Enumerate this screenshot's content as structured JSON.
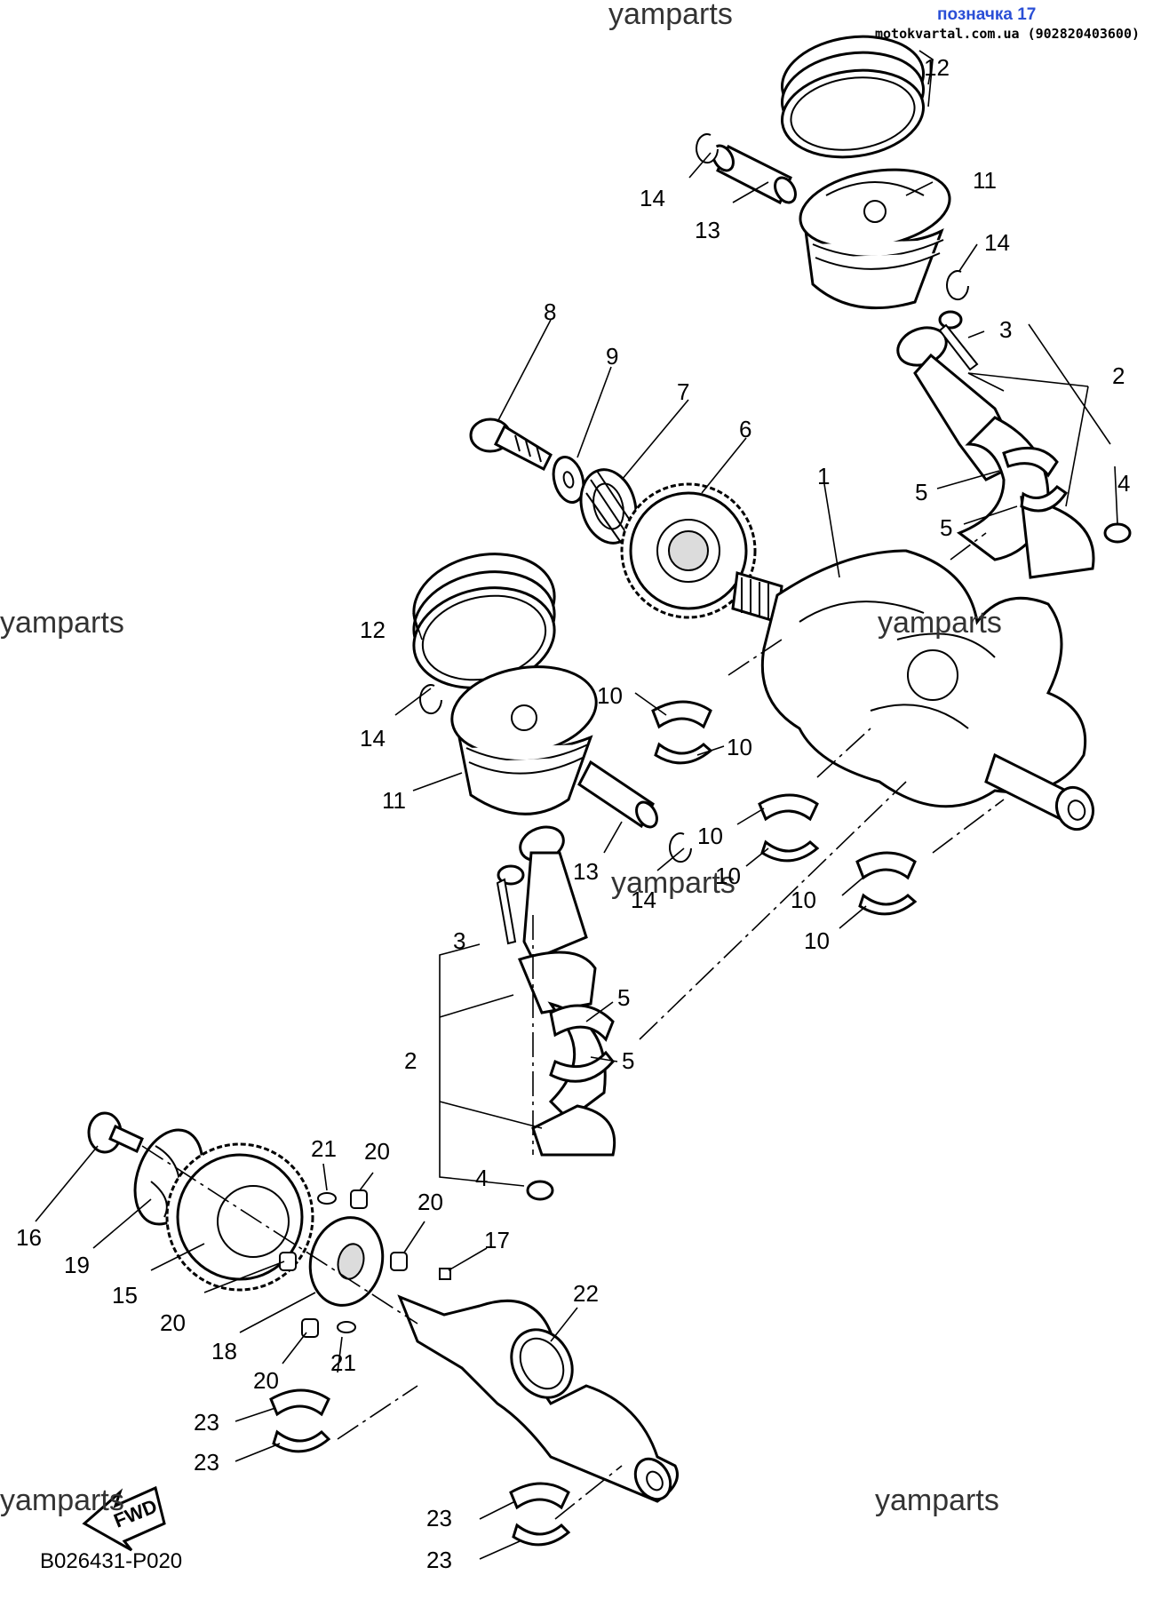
{
  "header": {
    "tag": "позначка 17",
    "site": "motokvartal.com.ua (902820403600)"
  },
  "watermarks": [
    "yamparts",
    "yamparts",
    "yamparts",
    "yamparts",
    "yamparts"
  ],
  "diagram_code": "B026431-P020",
  "fwd_label": "FWD",
  "callouts": [
    "12",
    "14",
    "11",
    "13",
    "14",
    "3",
    "2",
    "4",
    "5",
    "5",
    "8",
    "9",
    "7",
    "6",
    "1",
    "12",
    "10",
    "10",
    "14",
    "11",
    "10",
    "10",
    "13",
    "14",
    "10",
    "10",
    "3",
    "5",
    "5",
    "2",
    "4",
    "21",
    "20",
    "20",
    "17",
    "22",
    "16",
    "19",
    "15",
    "20",
    "18",
    "20",
    "21",
    "23",
    "23",
    "23",
    "23"
  ]
}
